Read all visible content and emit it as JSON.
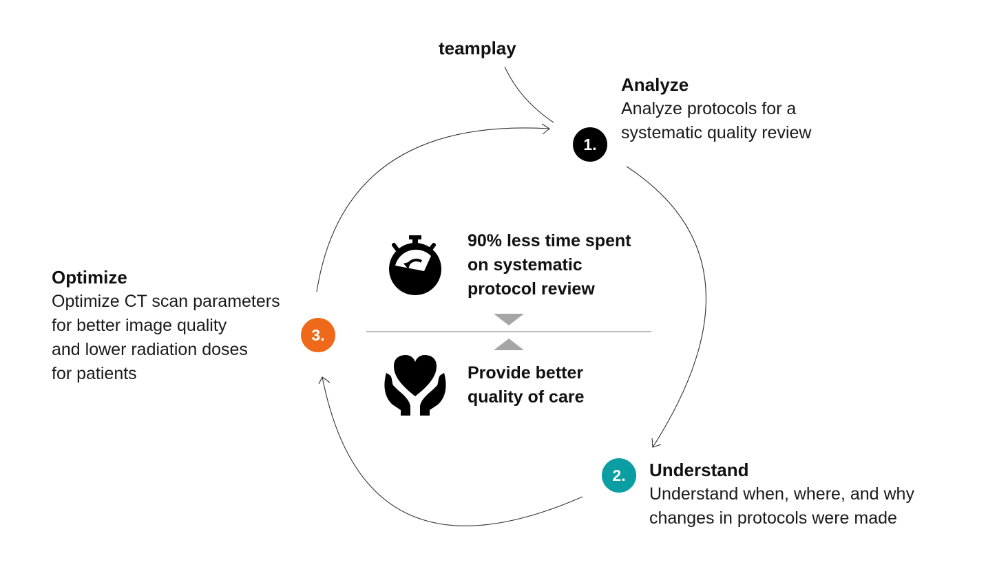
{
  "source_label": "teamplay",
  "steps": [
    {
      "number": "1.",
      "title": "Analyze",
      "lines": [
        "Analyze protocols for a",
        "systematic quality review"
      ],
      "color": "#000000"
    },
    {
      "number": "2.",
      "title": "Understand",
      "lines": [
        "Understand when, where, and why",
        "changes in protocols were made"
      ],
      "color": "#0a9ea3"
    },
    {
      "number": "3.",
      "title": "Optimize",
      "lines": [
        "Optimize CT scan parameters",
        "for better image quality",
        "and lower radiation doses",
        "for patients"
      ],
      "color": "#ee6a1a"
    }
  ],
  "center": {
    "top_lines": [
      "90% less time spent",
      "on systematic",
      "protocol review"
    ],
    "bottom_lines": [
      "Provide better",
      "quality of care"
    ],
    "top_icon": "stopwatch-icon",
    "bottom_icon": "hands-heart-icon",
    "divider_arrow_color": "#a6a6a6"
  }
}
